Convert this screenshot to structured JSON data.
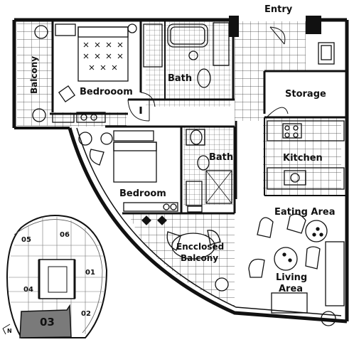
{
  "plan": {
    "rooms": {
      "entry": "Entry",
      "balcony": "Balcony",
      "master_bedroom": "Bedrooom",
      "bath_1": "Bath",
      "storage": "Storage",
      "bath_2": "Bath",
      "kitchen": "Kitchen",
      "bedroom_2": "Bedroom",
      "eating_area": "Eating Area",
      "enclosed_balcony_line1": "Encclosed",
      "enclosed_balcony_line2": "Balcony",
      "living_area_line1": "Living",
      "living_area_line2": "Area"
    },
    "key_plan": {
      "units": [
        "05",
        "06",
        "01",
        "04",
        "02"
      ],
      "highlighted_unit": "03",
      "north_arrow": "N"
    },
    "colors": {
      "wall": "#111111",
      "tile": "#333333",
      "highlight": "#7a7a7a"
    }
  }
}
